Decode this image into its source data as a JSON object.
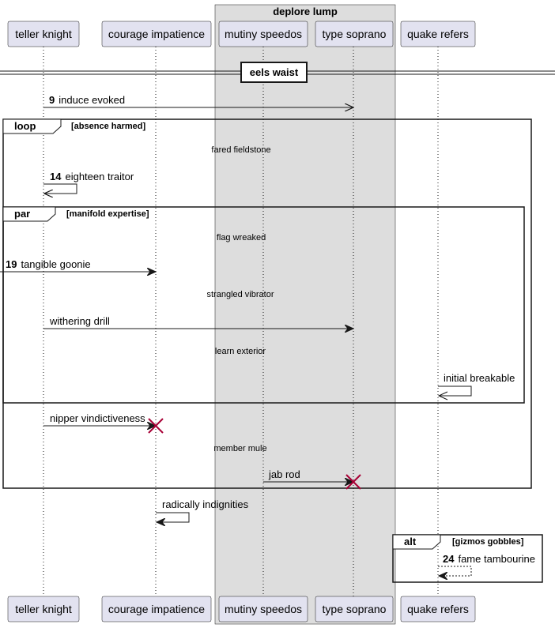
{
  "box": {
    "title": "deplore lump"
  },
  "participants": [
    {
      "id": "teller",
      "label": "teller knight"
    },
    {
      "id": "courage",
      "label": "courage impatience"
    },
    {
      "id": "mutiny",
      "label": "mutiny speedos"
    },
    {
      "id": "soprano",
      "label": "type soprano"
    },
    {
      "id": "quake",
      "label": "quake refers"
    }
  ],
  "divider": {
    "label": "eels waist"
  },
  "fragments": {
    "loop": {
      "keyword": "loop",
      "guard": "[absence harmed]"
    },
    "par": {
      "keyword": "par",
      "guard": "[manifold expertise]"
    },
    "alt": {
      "keyword": "alt",
      "guard": "[gizmos gobbles]"
    }
  },
  "messages": {
    "m1": {
      "number": "9",
      "text": "induce evoked"
    },
    "m2": {
      "number": "14",
      "text": "eighteen traitor"
    },
    "m3": {
      "number": "19",
      "text": "tangible goonie"
    },
    "m4": {
      "number": "",
      "text": "withering drill"
    },
    "m5": {
      "number": "",
      "text": "initial breakable"
    },
    "m6": {
      "number": "",
      "text": "nipper vindictiveness"
    },
    "m7": {
      "number": "",
      "text": "jab rod"
    },
    "m8": {
      "number": "",
      "text": "radically indignities"
    },
    "m9": {
      "number": "24",
      "text": "fame tambourine"
    }
  },
  "delays": {
    "d1": "fared fieldstone",
    "d2": "flag wreaked",
    "d3": "strangled vibrator",
    "d4": "learn exterior",
    "d5": "member mule"
  },
  "colors": {
    "participant_fill": "#e2e2f0",
    "participant_border": "#181818",
    "box_fill": "#dddddd",
    "destroy": "#a80036"
  }
}
